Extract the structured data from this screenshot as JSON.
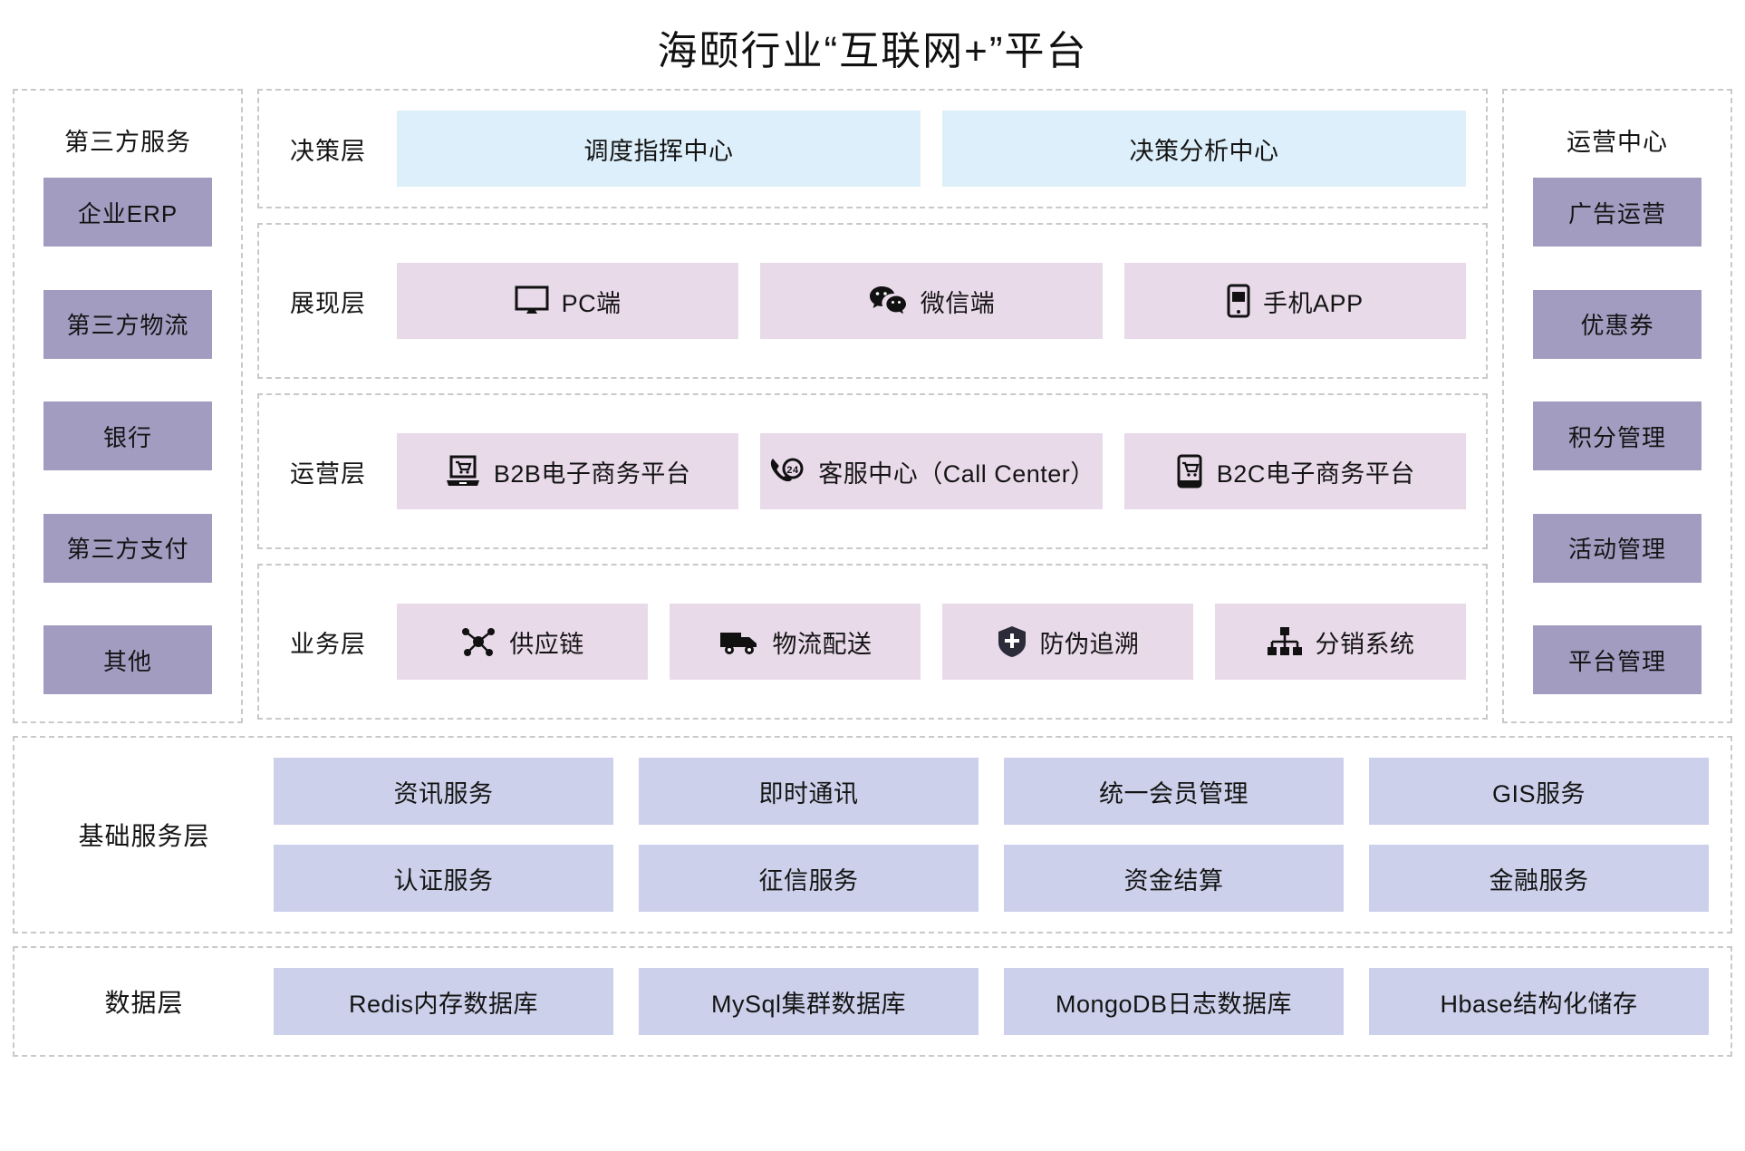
{
  "title": "海颐行业“互联网+”平台",
  "colors": {
    "purple_chip": "#a29cc1",
    "blue_chip": "#ccd0ea",
    "pink_cell": "#e9daea",
    "lightblue_cell": "#ddeffa",
    "dashed_border": "#c9c9c9"
  },
  "left_panel": {
    "title": "第三方服务",
    "items": [
      {
        "label": "企业ERP"
      },
      {
        "label": "第三方物流"
      },
      {
        "label": "银行"
      },
      {
        "label": "第三方支付"
      },
      {
        "label": "其他"
      }
    ]
  },
  "right_panel": {
    "title": "运营中心",
    "items": [
      {
        "label": "广告运营"
      },
      {
        "label": "优惠券"
      },
      {
        "label": "积分管理"
      },
      {
        "label": "活动管理"
      },
      {
        "label": "平台管理"
      }
    ]
  },
  "layers": [
    {
      "key": "decision",
      "label": "决策层",
      "items": [
        {
          "label": "调度指挥中心",
          "icon": ""
        },
        {
          "label": "决策分析中心",
          "icon": ""
        }
      ]
    },
    {
      "key": "presentation",
      "label": "展现层",
      "items": [
        {
          "label": "PC端",
          "icon": "monitor-icon"
        },
        {
          "label": "微信端",
          "icon": "wechat-icon"
        },
        {
          "label": "手机APP",
          "icon": "mobile-app-icon"
        }
      ]
    },
    {
      "key": "operation",
      "label": "运营层",
      "items": [
        {
          "label": "B2B电子商务平台",
          "icon": "laptop-cart-icon"
        },
        {
          "label": "客服中心（Call Center）",
          "icon": "phone-24h-icon"
        },
        {
          "label": "B2C电子商务平台",
          "icon": "mobile-cart-icon"
        }
      ]
    },
    {
      "key": "business",
      "label": "业务层",
      "items": [
        {
          "label": "供应链",
          "icon": "network-nodes-icon"
        },
        {
          "label": "物流配送",
          "icon": "truck-icon"
        },
        {
          "label": "防伪追溯",
          "icon": "shield-icon"
        },
        {
          "label": "分销系统",
          "icon": "hierarchy-icon"
        }
      ]
    }
  ],
  "base_service_layer": {
    "label": "基础服务层",
    "rows": [
      [
        {
          "label": "资讯服务"
        },
        {
          "label": "即时通讯"
        },
        {
          "label": "统一会员管理"
        },
        {
          "label": "GIS服务"
        }
      ],
      [
        {
          "label": "认证服务"
        },
        {
          "label": "征信服务"
        },
        {
          "label": "资金结算"
        },
        {
          "label": "金融服务"
        }
      ]
    ]
  },
  "data_layer": {
    "label": "数据层",
    "rows": [
      [
        {
          "label": "Redis内存数据库"
        },
        {
          "label": "MySql集群数据库"
        },
        {
          "label": "MongoDB日志数据库"
        },
        {
          "label": "Hbase结构化储存"
        }
      ]
    ]
  }
}
